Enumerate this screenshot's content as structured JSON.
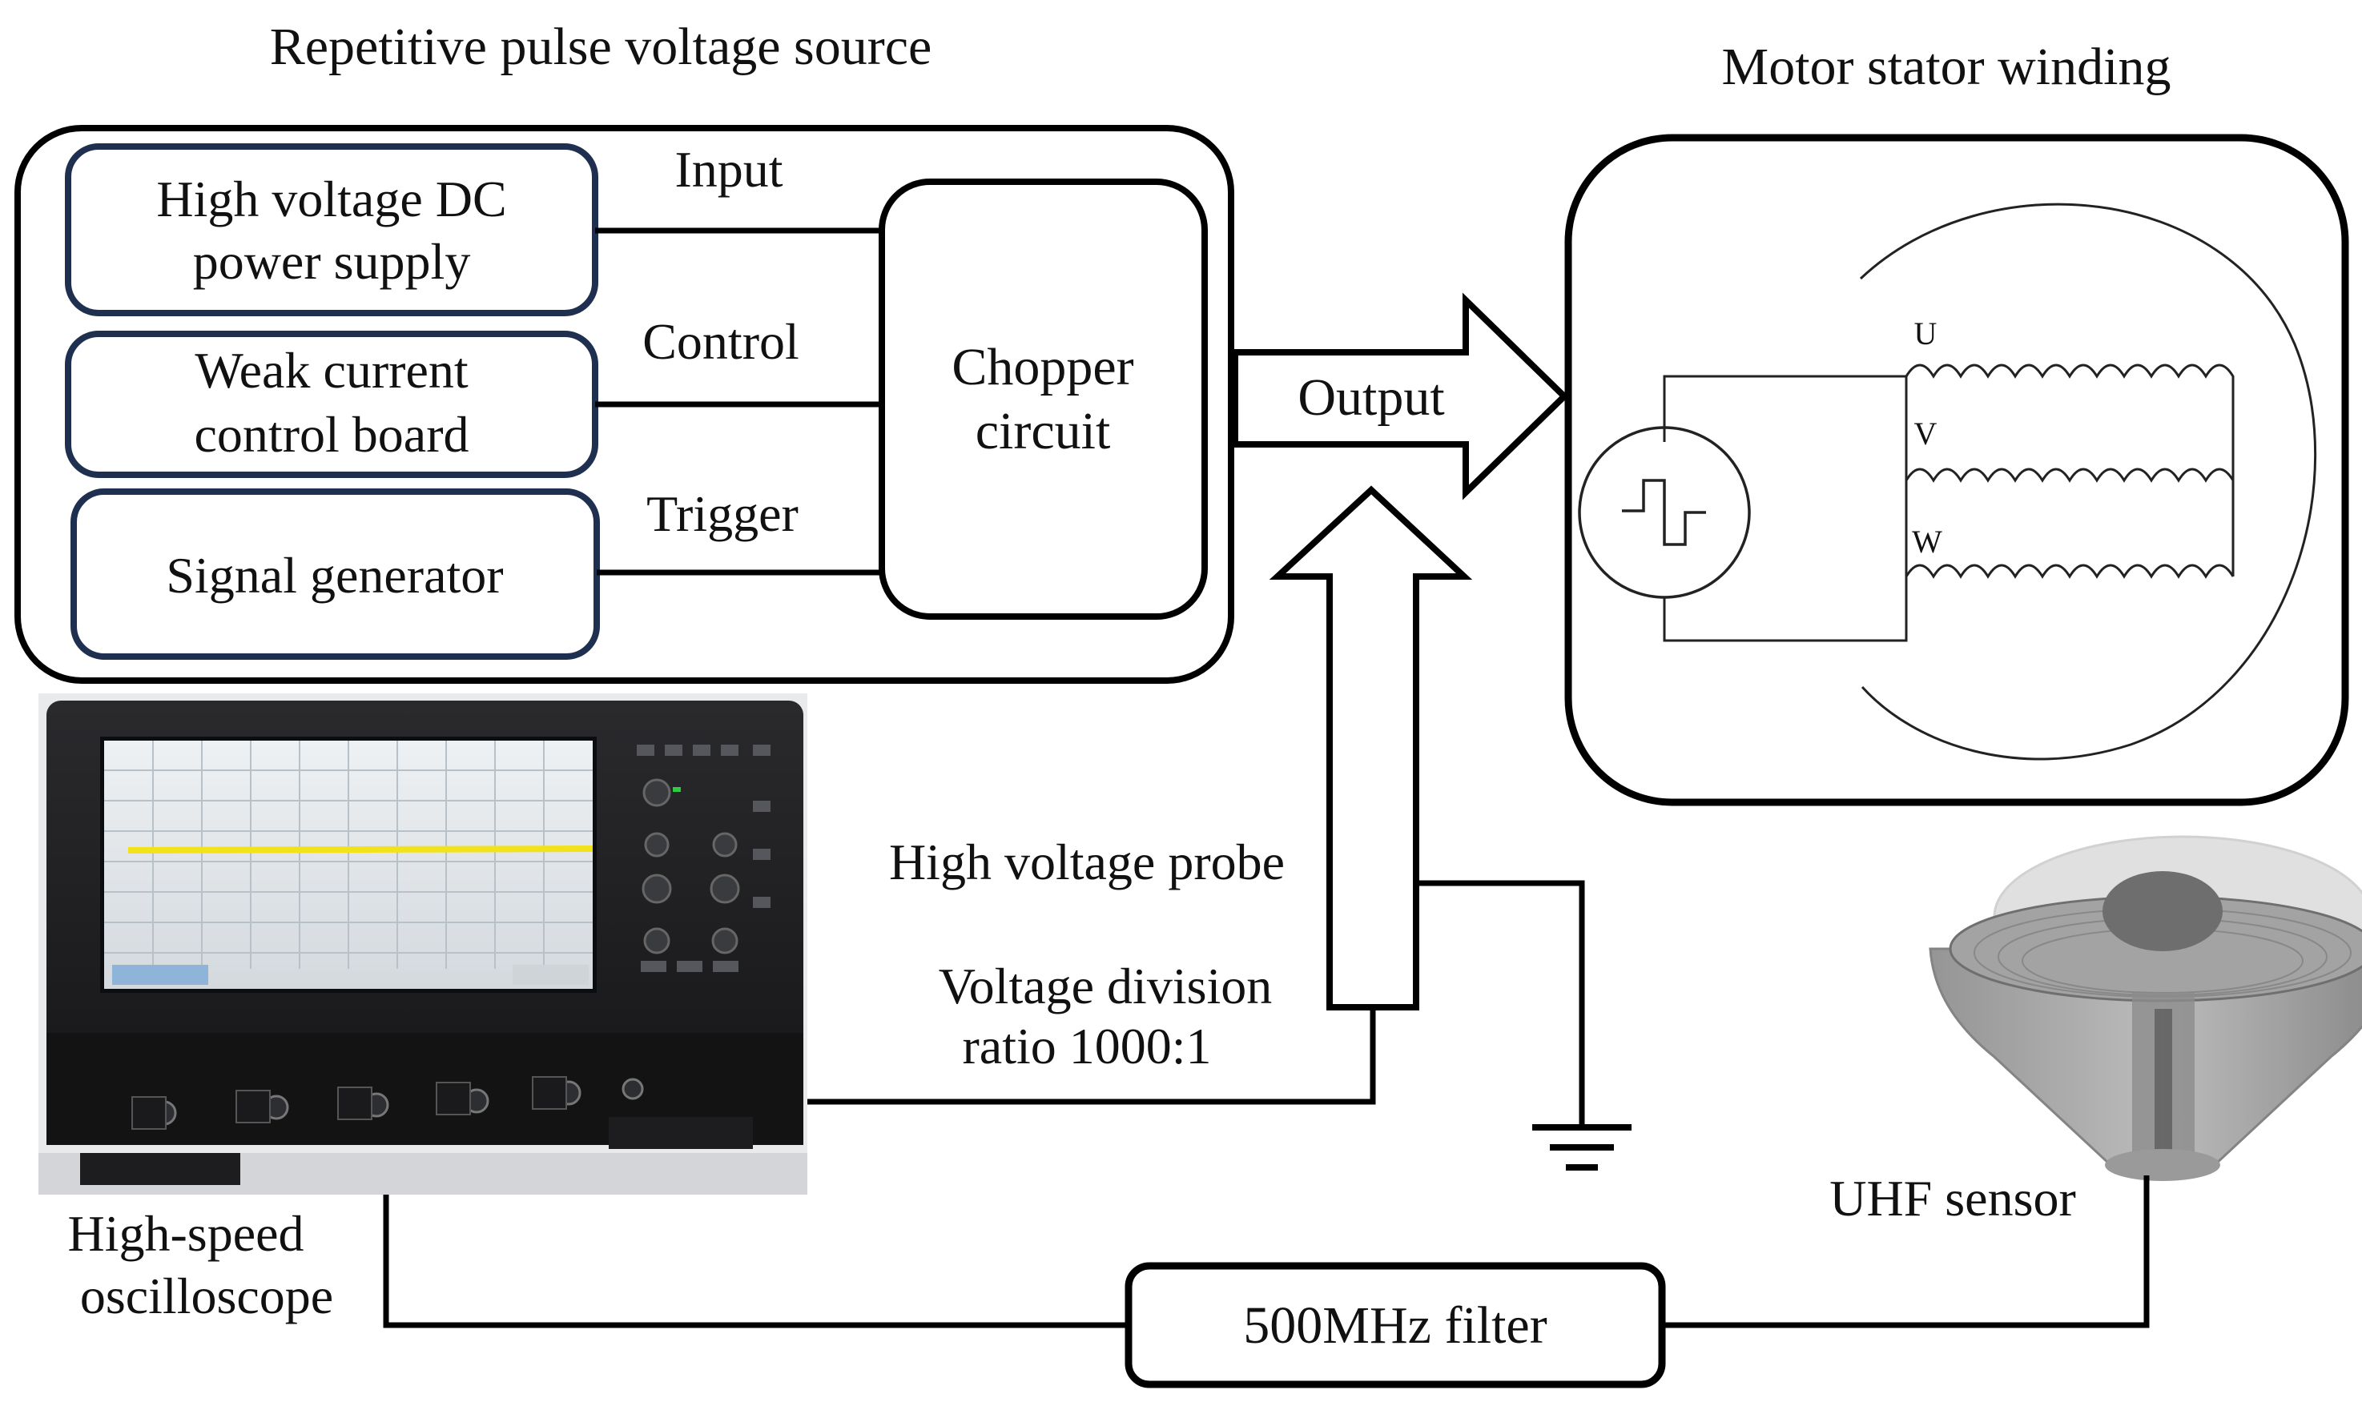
{
  "source_title": "Repetitive pulse voltage source",
  "motor_title": "Motor stator winding",
  "modules": {
    "hv_dc": [
      "High voltage DC",
      "power supply"
    ],
    "weak_control": [
      "Weak current",
      "control board"
    ],
    "signal_gen": [
      "Signal generator"
    ]
  },
  "connections": {
    "input": "Input",
    "control": "Control",
    "trigger": "Trigger"
  },
  "chopper": [
    "Chopper",
    "circuit"
  ],
  "output_label": "Output",
  "phases": {
    "u": "U",
    "v": "V",
    "w": "W"
  },
  "probe": {
    "title": "High voltage probe",
    "ratio": [
      "Voltage division",
      "ratio 1000:1"
    ]
  },
  "oscilloscope_label": [
    "High-speed",
    "oscilloscope"
  ],
  "filter_label": "500MHz filter",
  "sensor_label": "UHF sensor",
  "colors": {
    "module_border": "#1f2f4f",
    "line": "#000000",
    "trace": "#f2e21a",
    "scope_body": "#1e1e20",
    "scope_screen": "#e8ecef"
  }
}
